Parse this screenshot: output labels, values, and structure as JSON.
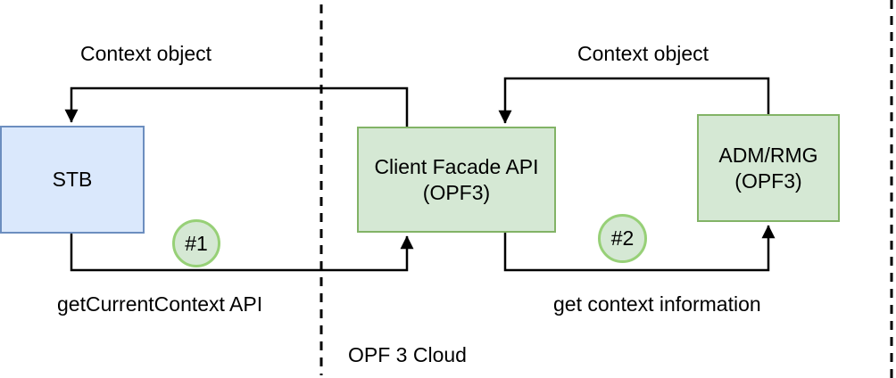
{
  "nodes": {
    "stb": {
      "label": "STB"
    },
    "client_facade": {
      "line1": "Client Facade API",
      "line2": "(OPF3)"
    },
    "adm_rmg": {
      "line1": "ADM/RMG",
      "line2": "(OPF3)"
    }
  },
  "badges": {
    "one": "#1",
    "two": "#2"
  },
  "labels": {
    "context_left": "Context object",
    "context_right": "Context object",
    "get_current_context": "getCurrentContext API",
    "get_context_info": "get context information",
    "cloud": "OPF 3 Cloud"
  },
  "colors": {
    "stb_fill": "#dae8fc",
    "stb_border": "#6c8ebf",
    "green_fill": "#d5e8d4",
    "green_border": "#82b366",
    "badge_fill": "#d5e8d4",
    "badge_border": "#97d077",
    "line": "#000000",
    "background": "#ffffff"
  }
}
